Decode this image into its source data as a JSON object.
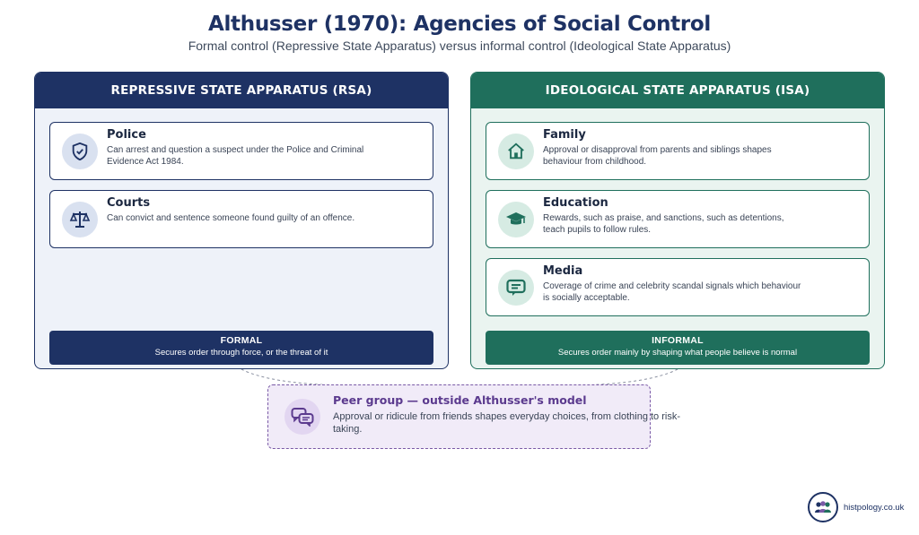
{
  "header": {
    "title": "Althusser (1970): Agencies of Social Control",
    "subtitle": "Formal control (Repressive State Apparatus) versus informal control (Ideological State Apparatus)"
  },
  "rsa": {
    "heading": "REPRESSIVE STATE APPARATUS (RSA)",
    "cards": [
      {
        "title": "Police",
        "desc": "Can arrest and question a suspect under the Police and Criminal Evidence Act 1984.",
        "icon": "shield-check-icon"
      },
      {
        "title": "Courts",
        "desc": "Can convict and sentence someone found guilty of an offence.",
        "icon": "scales-icon"
      }
    ],
    "footer": {
      "title": "FORMAL",
      "desc": "Secures order through force, or the threat of it"
    }
  },
  "isa": {
    "heading": "IDEOLOGICAL STATE APPARATUS (ISA)",
    "cards": [
      {
        "title": "Family",
        "desc": "Approval or disapproval from parents and siblings shapes behaviour from childhood.",
        "icon": "house-icon"
      },
      {
        "title": "Education",
        "desc": "Rewards, such as praise, and sanctions, such as detentions, teach pupils to follow rules.",
        "icon": "graduation-cap-icon"
      },
      {
        "title": "Media",
        "desc": "Coverage of crime and celebrity scandal signals which behaviour is socially acceptable.",
        "icon": "screen-icon"
      }
    ],
    "footer": {
      "title": "INFORMAL",
      "desc": "Secures order mainly by shaping what people believe is normal"
    }
  },
  "peer": {
    "title": "Peer group — outside Althusser's model",
    "desc": "Approval or ridicule from friends shapes everyday choices, from clothing to risk-taking.",
    "icon": "chat-bubbles-icon"
  },
  "brand": {
    "text": "histpology.co.uk",
    "icon": "people-group-icon"
  },
  "colors": {
    "rsa": "#1e3264",
    "isa": "#1f6f5c",
    "peer": "#7a5aa6"
  }
}
